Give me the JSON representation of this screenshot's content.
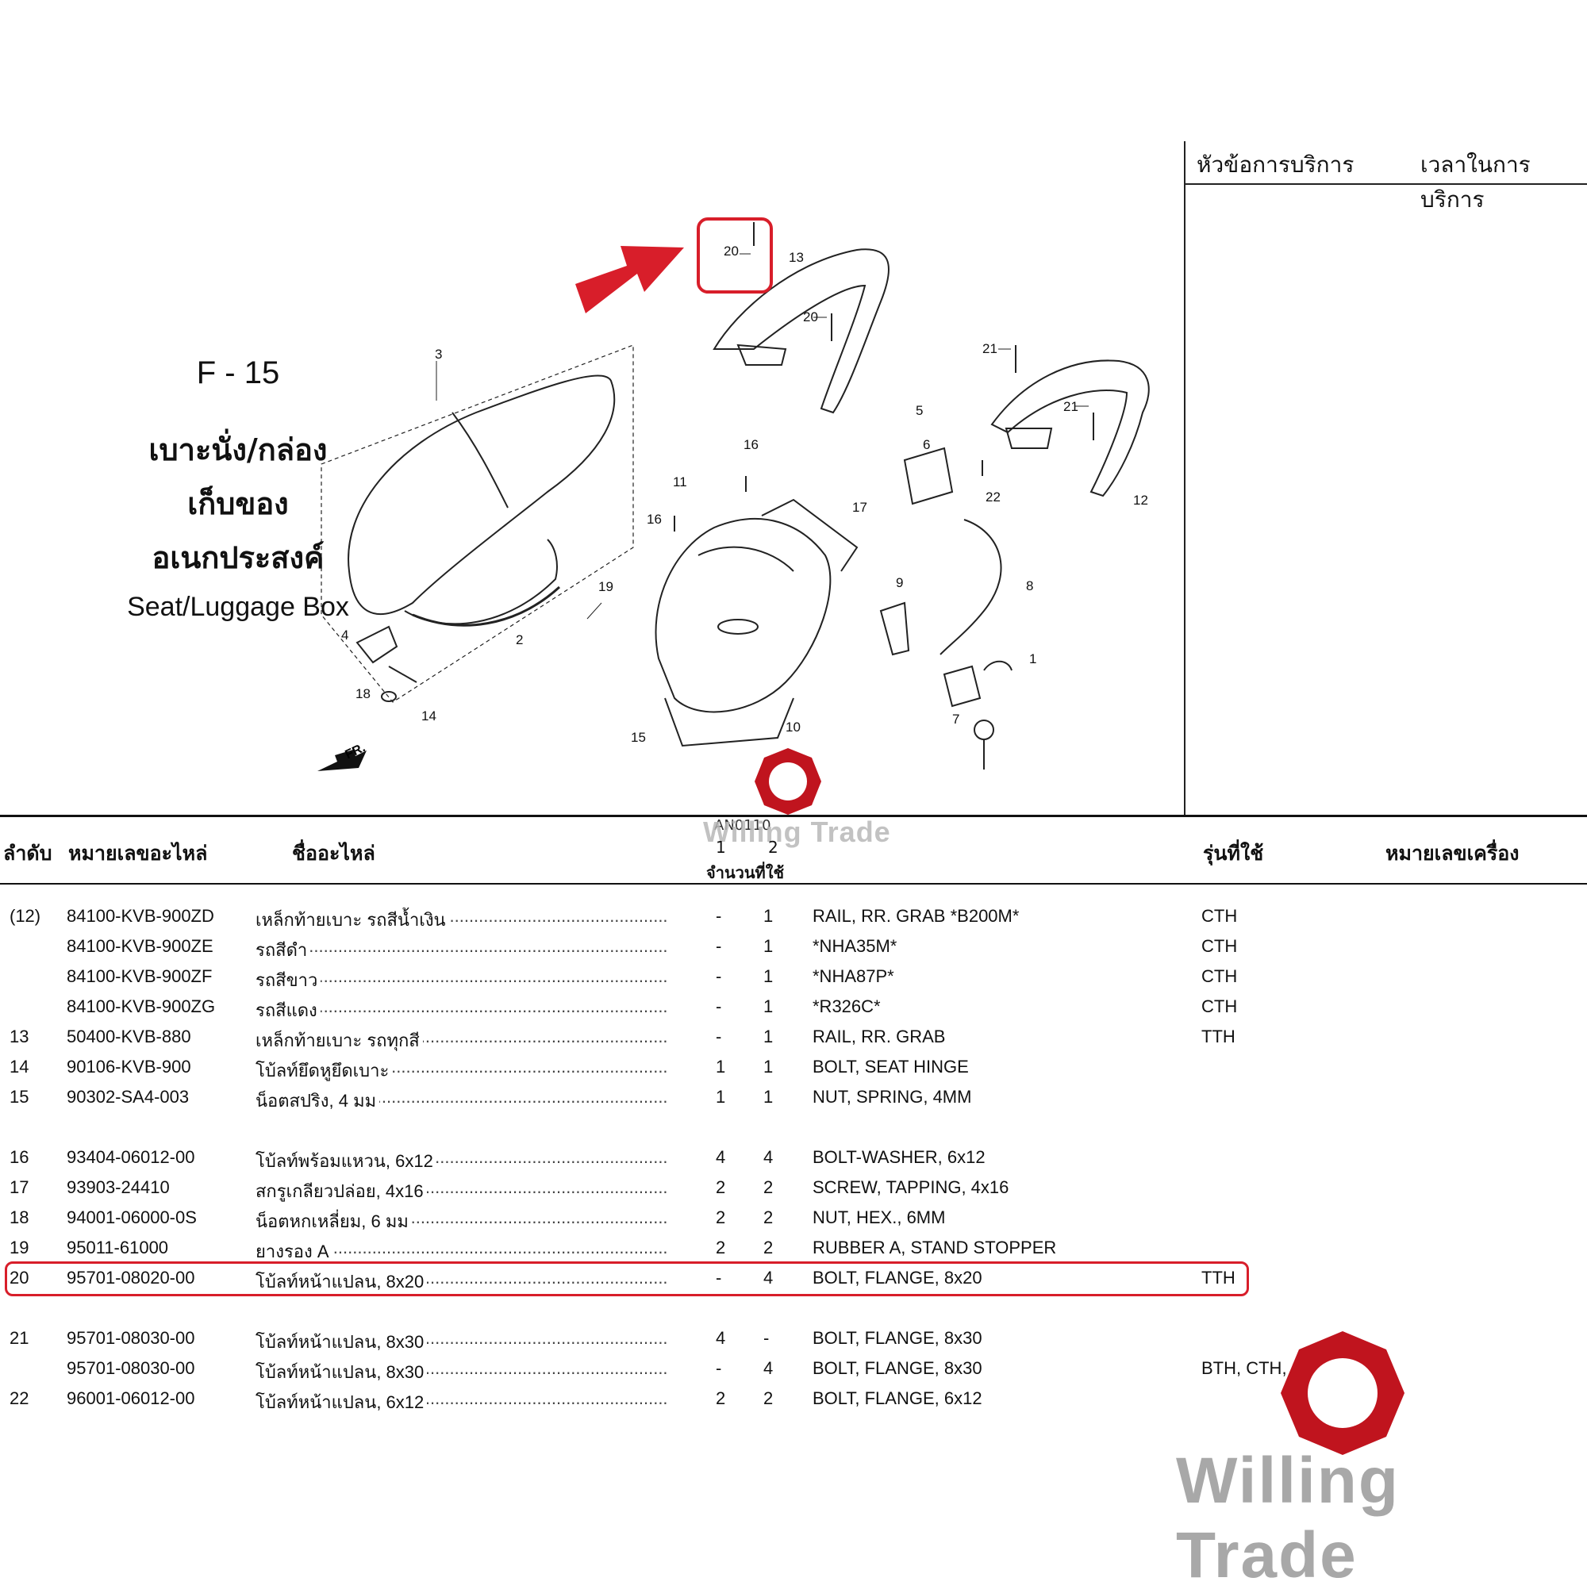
{
  "section": {
    "code": "F - 15",
    "title_th_lines": [
      "เบาะนั่ง/กล่อง",
      "เก็บของ",
      "อเนกประสงค์"
    ],
    "title_en": "Seat/Luggage Box"
  },
  "service_box": {
    "col1": "หัวข้อการบริการ",
    "col2": "เวลาในการบริการ"
  },
  "diagram": {
    "callouts": [
      "20",
      "13",
      "20",
      "21",
      "21",
      "3",
      "5",
      "6",
      "16",
      "11",
      "17",
      "22",
      "12",
      "16",
      "19",
      "9",
      "8",
      "4",
      "2",
      "1",
      "18",
      "14",
      "10",
      "7",
      "15"
    ],
    "direction": "FR.",
    "highlight_color": "#d81e2a"
  },
  "table": {
    "headers": {
      "ref": "ลำดับ",
      "part_no": "หมายเลขอะไหล่",
      "part_name": "ชื่ออะไหล่",
      "type_code": "AN0110",
      "qty_cols": [
        "1",
        "2"
      ],
      "qty_label": "จำนวนที่ใช้",
      "model": "รุ่นที่ใช้",
      "engine_no": "หมายเลขเครื่อง"
    },
    "rows": [
      {
        "ref": "(12)",
        "part_no": "84100-KVB-900ZD",
        "name_th": "เหล็กท้ายเบาะ รถสีน้ำเงิน",
        "q1": "-",
        "q2": "1",
        "name_en": "RAIL, RR. GRAB *B200M*",
        "model": "CTH"
      },
      {
        "ref": "",
        "part_no": "84100-KVB-900ZE",
        "name_th": "รถสีดำ",
        "q1": "-",
        "q2": "1",
        "name_en": "*NHA35M*",
        "model": "CTH"
      },
      {
        "ref": "",
        "part_no": "84100-KVB-900ZF",
        "name_th": "รถสีขาว",
        "q1": "-",
        "q2": "1",
        "name_en": "*NHA87P*",
        "model": "CTH"
      },
      {
        "ref": "",
        "part_no": "84100-KVB-900ZG",
        "name_th": "รถสีแดง",
        "q1": "-",
        "q2": "1",
        "name_en": "*R326C*",
        "model": "CTH"
      },
      {
        "ref": "13",
        "part_no": "50400-KVB-880",
        "name_th": "เหล็กท้ายเบาะ รถทุกสี",
        "q1": "-",
        "q2": "1",
        "name_en": "RAIL, RR. GRAB",
        "model": "TTH"
      },
      {
        "ref": "14",
        "part_no": "90106-KVB-900",
        "name_th": "โบ้ลท์ยึดหูยึดเบาะ",
        "q1": "1",
        "q2": "1",
        "name_en": "BOLT, SEAT HINGE",
        "model": ""
      },
      {
        "ref": "15",
        "part_no": "90302-SA4-003",
        "name_th": "น็อตสปริง, 4 มม",
        "q1": "1",
        "q2": "1",
        "name_en": "NUT, SPRING, 4MM",
        "model": ""
      },
      {
        "ref": "16",
        "part_no": "93404-06012-00",
        "name_th": "โบ้ลท์พร้อมแหวน, 6x12",
        "q1": "4",
        "q2": "4",
        "name_en": "BOLT-WASHER, 6x12",
        "model": ""
      },
      {
        "ref": "17",
        "part_no": "93903-24410",
        "name_th": "สกรูเกลียวปล่อย, 4x16",
        "q1": "2",
        "q2": "2",
        "name_en": "SCREW, TAPPING, 4x16",
        "model": ""
      },
      {
        "ref": "18",
        "part_no": "94001-06000-0S",
        "name_th": "น็อตหกเหลี่ยม, 6 มม",
        "q1": "2",
        "q2": "2",
        "name_en": "NUT, HEX., 6MM",
        "model": ""
      },
      {
        "ref": "19",
        "part_no": "95011-61000",
        "name_th": "ยางรอง A",
        "q1": "2",
        "q2": "2",
        "name_en": "RUBBER A, STAND STOPPER",
        "model": ""
      },
      {
        "ref": "20",
        "part_no": "95701-08020-00",
        "name_th": "โบ้ลท์หน้าแปลน, 8x20",
        "q1": "-",
        "q2": "4",
        "name_en": "BOLT, FLANGE, 8x20",
        "model": "TTH"
      },
      {
        "ref": "21",
        "part_no": "95701-08030-00",
        "name_th": "โบ้ลท์หน้าแปลน, 8x30",
        "q1": "4",
        "q2": "-",
        "name_en": "BOLT, FLANGE, 8x30",
        "model": ""
      },
      {
        "ref": "",
        "part_no": "95701-08030-00",
        "name_th": "โบ้ลท์หน้าแปลน, 8x30",
        "q1": "-",
        "q2": "4",
        "name_en": "BOLT, FLANGE, 8x30",
        "model": "BTH, CTH, ST"
      },
      {
        "ref": "22",
        "part_no": "96001-06012-00",
        "name_th": "โบ้ลท์หน้าแปลน, 6x12",
        "q1": "2",
        "q2": "2",
        "name_en": "BOLT, FLANGE, 6x12",
        "model": ""
      }
    ]
  },
  "watermark": {
    "text": "Willing Trade",
    "color": "#c0141e"
  }
}
